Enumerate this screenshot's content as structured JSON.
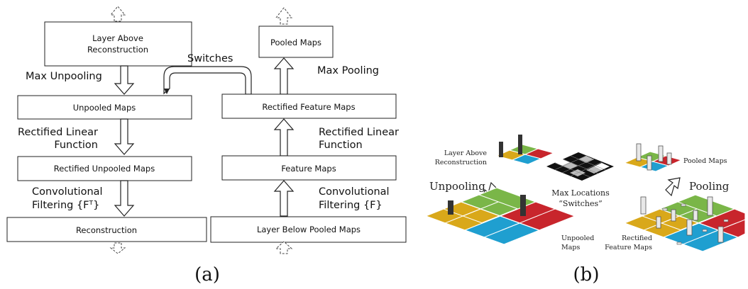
{
  "left": {
    "boxes": {
      "layer_above": [
        "Layer Above",
        "Reconstruction"
      ],
      "unpooled": "Unpooled Maps",
      "rect_unpooled": "Rectified Unpooled Maps",
      "reconstruction": "Reconstruction",
      "pooled": "Pooled Maps",
      "rect_feature": "Rectified Feature Maps",
      "feature": "Feature Maps",
      "layer_below": "Layer Below Pooled Maps"
    },
    "labels": {
      "max_unpooling": "Max Unpooling",
      "switches": "Switches",
      "max_pooling": "Max Pooling",
      "rlf_left": [
        "Rectified Linear",
        "Function"
      ],
      "conv_left": [
        "Convolutional",
        "Filtering {Fᵀ}"
      ],
      "rlf_right": [
        "Rectified Linear",
        "Function"
      ],
      "conv_right": [
        "Convolutional",
        "Filtering {F}"
      ]
    },
    "caption": "(a)"
  },
  "right": {
    "labels": {
      "layer_above": [
        "Layer Above",
        "Reconstruction"
      ],
      "unpooling": "Unpooling",
      "max_locations": [
        "Max Locations",
        "“Switches”"
      ],
      "pooled_maps": "Pooled Maps",
      "pooling": "Pooling",
      "unpooled_maps": [
        "Unpooled",
        "Maps"
      ],
      "rectified_feature_maps": [
        "Rectified",
        "Feature Maps"
      ]
    },
    "caption": "(b)",
    "colors": {
      "yellow": "#d9a81a",
      "green": "#7ab648",
      "blue": "#1f9fd0",
      "red": "#c8252c",
      "dark": "#222222",
      "grey": "#bdbdbd"
    }
  }
}
